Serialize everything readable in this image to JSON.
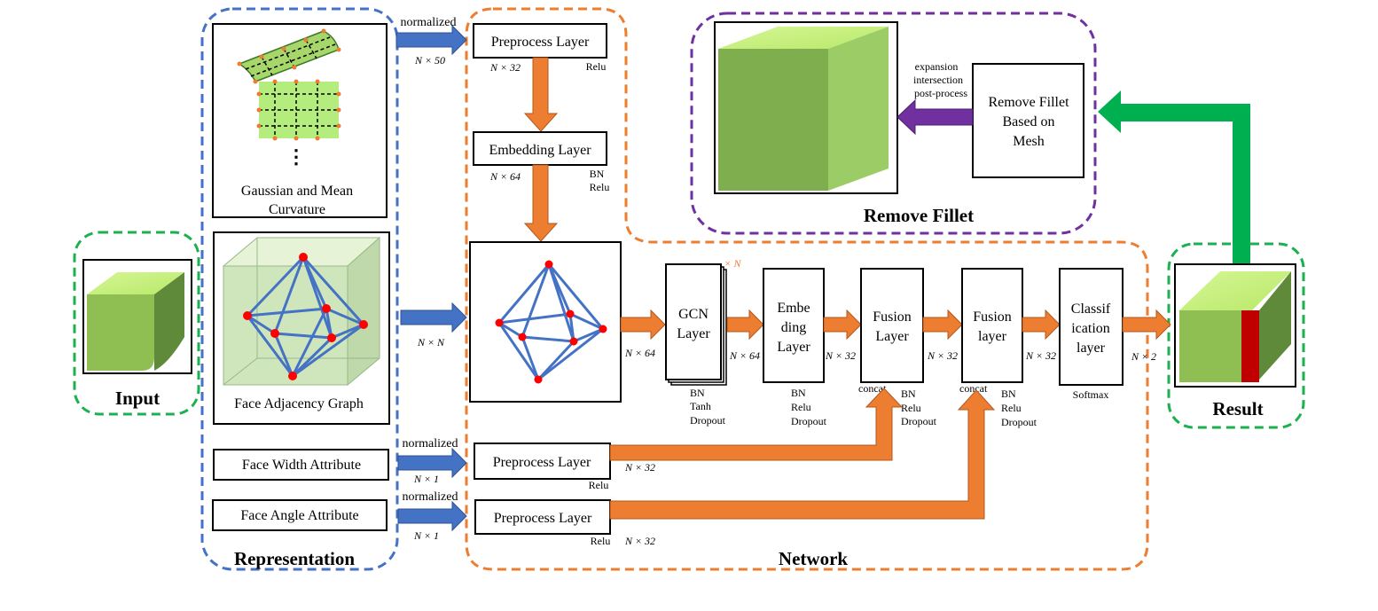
{
  "colors": {
    "green_group": "#1db04f",
    "blue_group": "#4472c4",
    "orange_group": "#ed7d31",
    "purple_group": "#7030a0",
    "blue_arrow": "#4472c4",
    "orange_arrow": "#ed7d31",
    "purple_arrow": "#7030a0",
    "green_arrow": "#00b050",
    "cube_top": "#c6f07a",
    "cube_side": "#8fbf52",
    "fillet_red": "#c00000",
    "node_red": "#ff0000",
    "edge_blue": "#4472c4"
  },
  "groups": {
    "input": "Input",
    "representation": "Representation",
    "network": "Network",
    "remove_fillet": "Remove Fillet",
    "result": "Result"
  },
  "representation": {
    "curvature_line1": "Gaussian and Mean",
    "curvature_line2": "Curvature",
    "ellipsis": "⋮",
    "graph": "Face Adjacency Graph",
    "width": "Face Width Attribute",
    "angle": "Face Angle Attribute"
  },
  "arrows": {
    "normalized": "normalized",
    "n50": "N × 50",
    "nn": "N × N",
    "n1": "N × 1",
    "n32": "N × 32",
    "n64": "N × 64",
    "n2": "N × 2"
  },
  "network": {
    "preprocess": "Preprocess Layer",
    "relu": "Relu",
    "embedding": "Embedding Layer",
    "bn": "BN",
    "gcn_line1": "GCN",
    "gcn_line2": "Layer",
    "gcn_repeat": "× N",
    "tanh": "Tanh",
    "dropout": "Dropout",
    "embe_line1": "Embe",
    "embe_line2": "ding",
    "embe_line3": "Layer",
    "fusion_line1": "Fusion",
    "fusion_line2a": "Layer",
    "fusion_line2b": "layer",
    "concat": "concat",
    "classif_line1": "Classif",
    "classif_line2": "ication",
    "classif_line3": "layer",
    "softmax": "Softmax"
  },
  "remove_fillet": {
    "box_line1": "Remove Fillet",
    "box_line2": "Based on",
    "box_line3": "Mesh",
    "note_line1": "expansion",
    "note_line2": "intersection",
    "note_line3": "post-process"
  }
}
